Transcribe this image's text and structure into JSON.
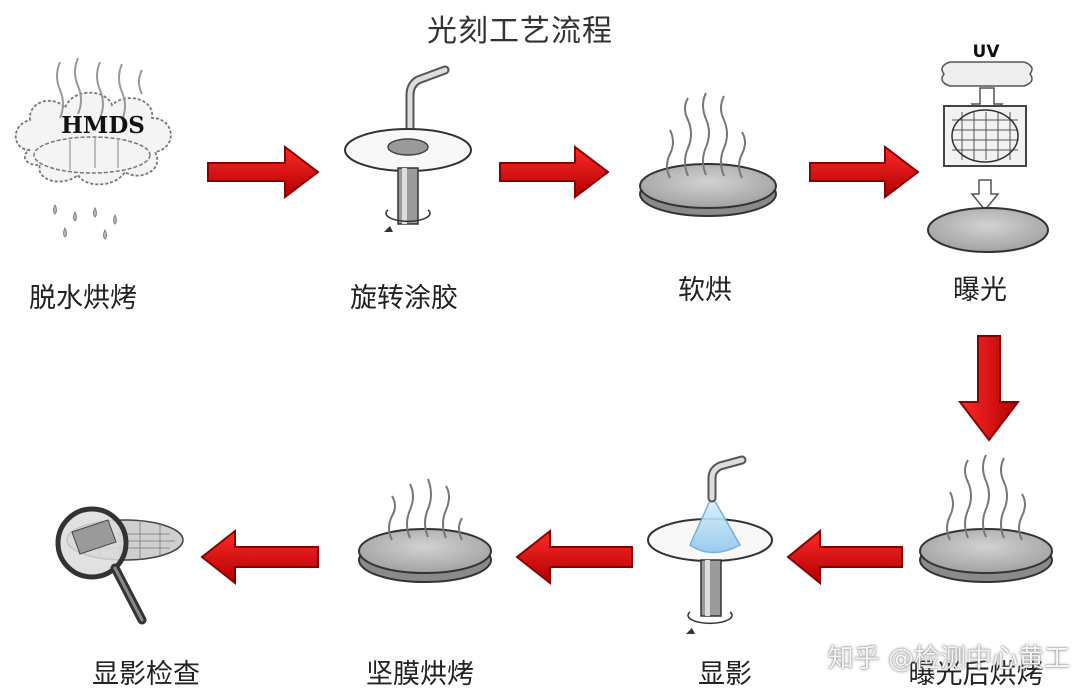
{
  "title": "光刻工艺流程",
  "steps": [
    {
      "label": "脱水烘烤",
      "icon": "hmds-vapor-icon",
      "badge": "HMDS"
    },
    {
      "label": "旋转涂胶",
      "icon": "spin-coat-icon"
    },
    {
      "label": "软烘",
      "icon": "soft-bake-icon"
    },
    {
      "label": "曝光",
      "icon": "exposure-icon",
      "badge": "UV"
    },
    {
      "label": "曝光后烘烤",
      "icon": "post-exposure-bake-icon"
    },
    {
      "label": "显影",
      "icon": "develop-icon"
    },
    {
      "label": "坚膜烘烤",
      "icon": "hard-bake-icon"
    },
    {
      "label": "显影检查",
      "icon": "inspection-magnifier-icon"
    }
  ],
  "watermark": "知乎 @检测中心黄工",
  "colors": {
    "arrow": "#d00000",
    "arrow_stroke": "#8a0000",
    "wafer": "#b9b9b9",
    "wafer_dark": "#6e6e6e"
  }
}
